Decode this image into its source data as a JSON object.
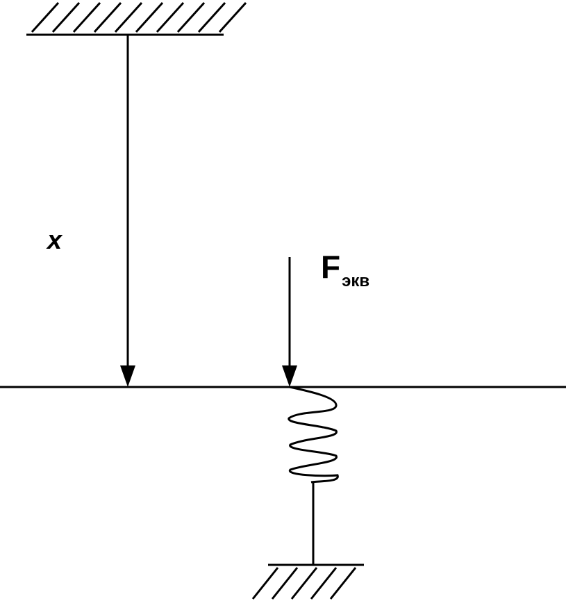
{
  "labels": {
    "displacement": "x",
    "force_main": "F",
    "force_sub": "экв"
  },
  "colors": {
    "ink": "#000000",
    "background": "#ffffff"
  }
}
